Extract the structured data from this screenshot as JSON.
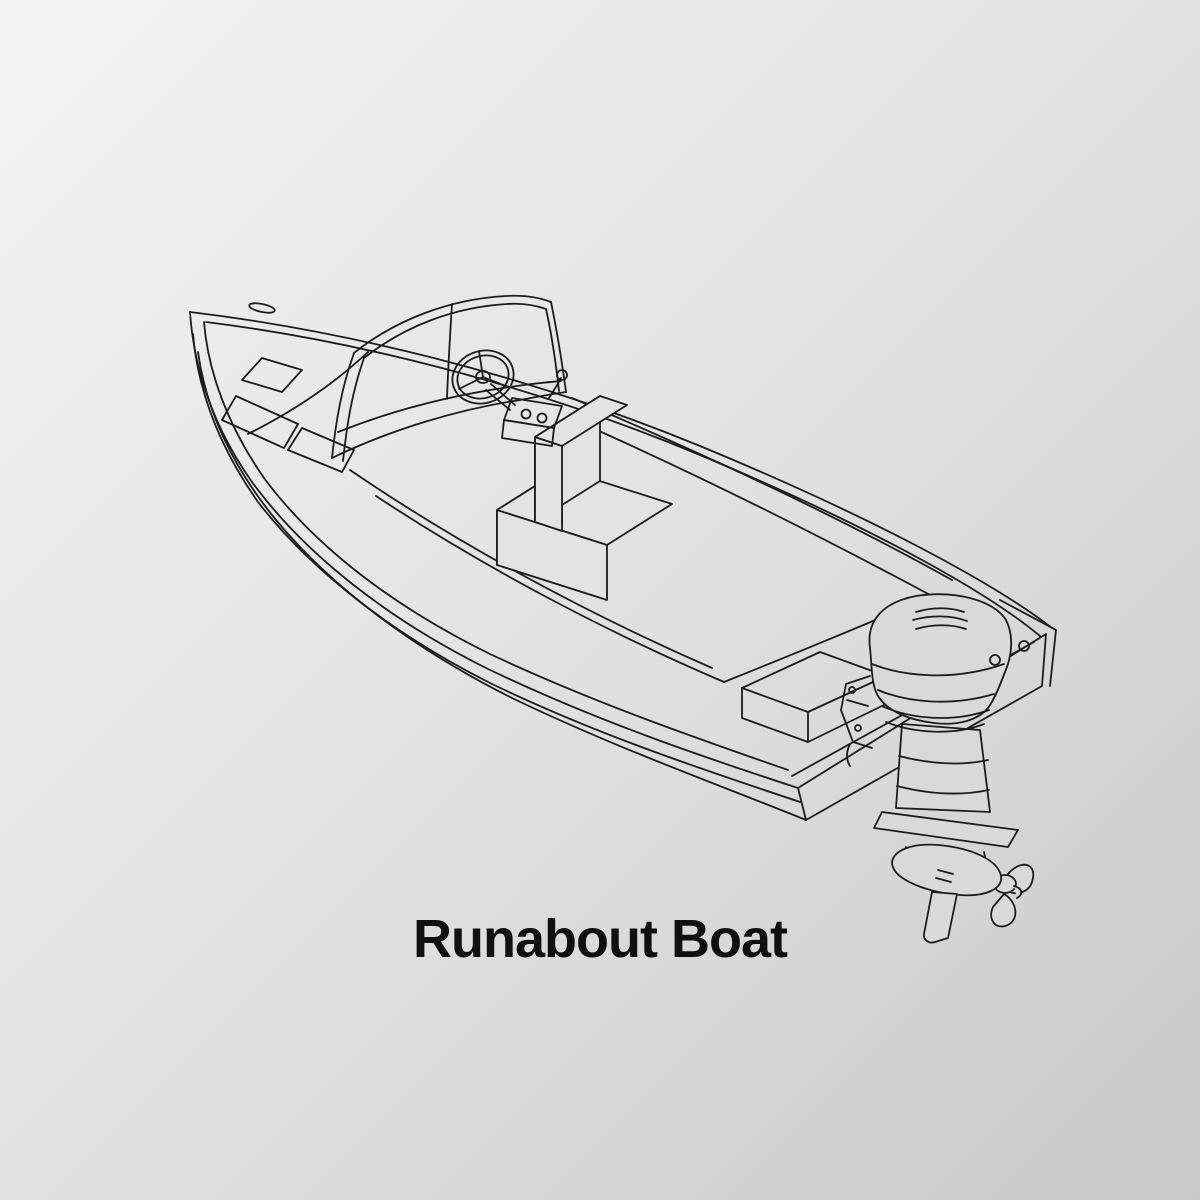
{
  "caption": {
    "text": "Runabout Boat"
  },
  "illustration": {
    "alt": "Black line-art isometric drawing of a runabout boat with wrap-around windshield, steering wheel, helm console, back-to-back seat, rear splash well and an outboard motor with propeller at the stern",
    "line_color": "#1c1c1c",
    "parts": [
      "hull",
      "bow-deck",
      "bow-hatch",
      "bow-cleat",
      "bow-cushions",
      "windshield",
      "steering-wheel",
      "helm-console",
      "throttle-lever",
      "back-to-back-seat",
      "cockpit-floor",
      "splash-well",
      "transom",
      "outboard-motor",
      "engine-cowling",
      "midsection",
      "anti-ventilation-plate",
      "gearcase",
      "skeg",
      "propeller"
    ]
  },
  "colors": {
    "background_start": "#f3f3f3",
    "background_mid": "#e4e4e4",
    "background_end": "#c9c9c9",
    "text": "#101010",
    "line": "#1c1c1c",
    "occlusion_fill_light": "#e3e3e3",
    "occlusion_fill_dark": "#d9d9d9"
  }
}
